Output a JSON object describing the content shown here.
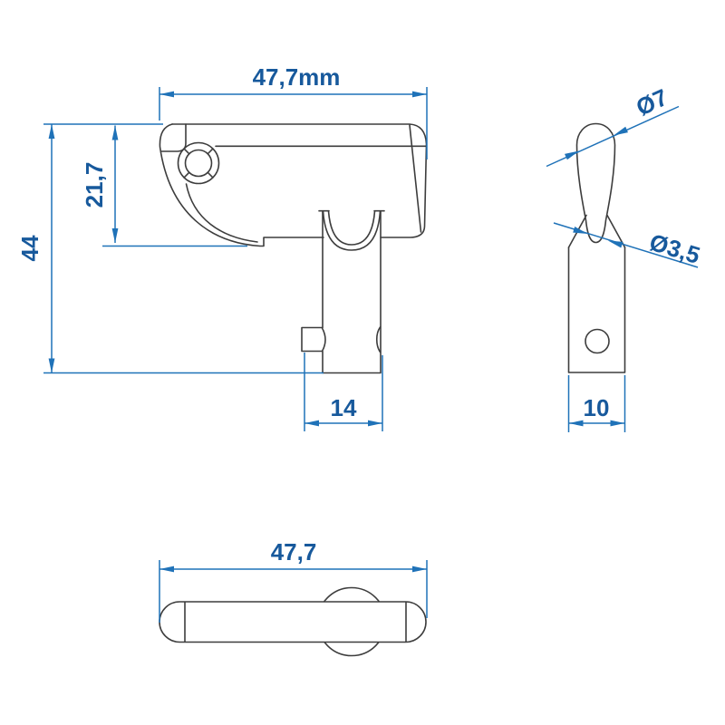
{
  "colors": {
    "background": "#ffffff",
    "part_outline": "#3d3d3d",
    "dimension_line_blue": "#1f72b8",
    "dimension_text_blue": "#17599c"
  },
  "front_view": {
    "width_label": "47,7mm",
    "partial_height_label": "21,7",
    "total_height_label": "44",
    "stem_width_label": "14"
  },
  "side_view": {
    "handle_diameter_label": "Ø7",
    "neck_diameter_label": "Ø3,5",
    "bracket_width_label": "10"
  },
  "top_view": {
    "width_label": "47,7"
  }
}
